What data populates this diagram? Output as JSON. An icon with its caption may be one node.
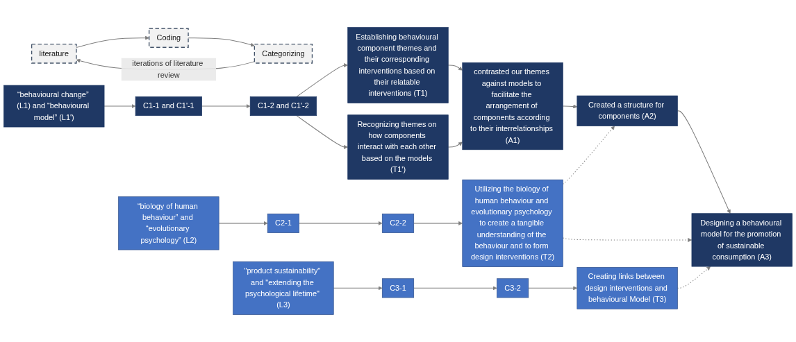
{
  "diagram": {
    "nodes": [
      {
        "text": [
          "literature"
        ]
      },
      {
        "text": [
          "Coding"
        ]
      },
      {
        "text": [
          "Categorizing"
        ]
      },
      {
        "text": [
          "“biology of human behaviour” and “evolutionary psychology” (L2)"
        ]
      },
      {
        "text": [
          "C2-1"
        ]
      },
      {
        "text": [
          "C2-2"
        ]
      },
      {
        "text": [
          "Utilizing the biology of human behaviour and evolutionary psychology to create a tangible understanding of the behaviour and to form design interventions (T2)"
        ]
      },
      {
        "text": [
          "“behavioural change” (L1) and “behavioural model” (L1')"
        ]
      },
      {
        "text": [
          "C1-1 and C1'-1"
        ]
      },
      {
        "text": [
          "C1-2 and C1'-2"
        ]
      },
      {
        "text": [
          "Establishing behavioural component themes and their corresponding interventions based on their relatable interventions (T1)"
        ]
      },
      {
        "text": [
          "Recognizing themes on how components interact with each other based on the models (T1')"
        ]
      },
      {
        "text": [
          "contrasted our themes against models to facilitate the arrangement of components according to their interrelationships (A1)"
        ]
      },
      {
        "text": [
          "Created a structure for components (A2)"
        ]
      },
      {
        "text": [
          "Designing a behavioural model for the promotion of sustainable consumption (A3)"
        ]
      },
      {
        "text": [
          "\"product sustainability\" and \"extending the psychological lifetime\" (L3)"
        ]
      },
      {
        "text": [
          "C3-1"
        ]
      },
      {
        "text": [
          "C3-2"
        ]
      },
      {
        "text": [
          "Creating links between design interventions and behavioural Model (T3)"
        ]
      }
    ],
    "edges": [
      {
        "from": 0,
        "to": 1,
        "arrow": "to"
      },
      {
        "from": 1,
        "to": 2,
        "arrow": "to"
      },
      {
        "from": 2,
        "to": 0,
        "arrow": "to",
        "label": "iterations of literature review"
      },
      {
        "from": 3,
        "to": 4,
        "arrow": "to"
      },
      {
        "from": 4,
        "to": 5,
        "arrow": "to"
      },
      {
        "from": 5,
        "to": 6,
        "arrow": "to"
      },
      {
        "from": 7,
        "to": 8,
        "arrow": "to"
      },
      {
        "from": 8,
        "to": 9,
        "arrow": "to"
      },
      {
        "from": 9,
        "to": 10,
        "arrow": "to"
      },
      {
        "from": 9,
        "to": 11,
        "arrow": "to"
      },
      {
        "from": 10,
        "to": 12,
        "arrow": "to"
      },
      {
        "from": 11,
        "to": 12,
        "arrow": "to"
      },
      {
        "from": 12,
        "to": 13,
        "arrow": "to"
      },
      {
        "from": 13,
        "to": 14,
        "arrow": "to"
      },
      {
        "from": 6,
        "to": 13,
        "arrow": "to",
        "style": "dashed"
      },
      {
        "from": 6,
        "to": 14,
        "arrow": "to",
        "style": "dashed"
      },
      {
        "from": 15,
        "to": 16,
        "arrow": "to"
      },
      {
        "from": 16,
        "to": 17,
        "arrow": "to"
      },
      {
        "from": 17,
        "to": 18,
        "arrow": "to"
      },
      {
        "from": 18,
        "to": 14,
        "arrow": "to",
        "style": "dashed"
      }
    ]
  }
}
